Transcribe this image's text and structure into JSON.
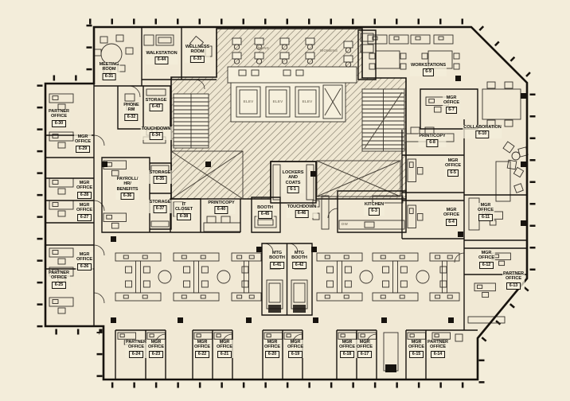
{
  "drawing": {
    "colors": {
      "background": "#f3edda",
      "floor": "#f1e9d5",
      "wall": "#17130e",
      "hatch_line": "#7d7666",
      "label_text": "#15120d",
      "faint_text": "#8d8674"
    }
  },
  "rooms": [
    {
      "id": "6-31",
      "lines": [
        "MEETING",
        "ROOM"
      ],
      "number": "6-31"
    },
    {
      "id": "6-44",
      "lines": [
        "WALKSTATION"
      ],
      "number": "6-44"
    },
    {
      "id": "6-33",
      "lines": [
        "WELLNESS",
        "ROOM"
      ],
      "number": "6-33"
    },
    {
      "id": "6-32",
      "lines": [
        "PHONE",
        "RM"
      ],
      "number": "6-32"
    },
    {
      "id": "6-43",
      "lines": [
        "STORAGE"
      ],
      "number": "6-43"
    },
    {
      "id": "6-34",
      "lines": [
        "TOUCHDOWN"
      ],
      "number": "6-34"
    },
    {
      "id": "6-30",
      "lines": [
        "PARTNER",
        "OFFICE"
      ],
      "number": "6-30"
    },
    {
      "id": "6-29",
      "lines": [
        "MGR",
        "OFFICE"
      ],
      "number": "6-29"
    },
    {
      "id": "6-28",
      "lines": [
        "MGR",
        "OFFICE"
      ],
      "number": "6-28"
    },
    {
      "id": "6-27",
      "lines": [
        "MGR",
        "OFFICE"
      ],
      "number": "6-27"
    },
    {
      "id": "6-26",
      "lines": [
        "MGR",
        "OFFICE"
      ],
      "number": "6-26"
    },
    {
      "id": "6-25",
      "lines": [
        "PARTNER",
        "OFFICE"
      ],
      "number": "6-25"
    },
    {
      "id": "6-36",
      "lines": [
        "PAYROLL/",
        "HR/",
        "BENEFITS"
      ],
      "number": "6-36"
    },
    {
      "id": "6-35",
      "lines": [
        "STORAGE"
      ],
      "number": "6-35"
    },
    {
      "id": "6-37",
      "lines": [
        "STORAGE"
      ],
      "number": "6-37"
    },
    {
      "id": "6-38",
      "lines": [
        "IT",
        "CLOSET"
      ],
      "number": "6-38"
    },
    {
      "id": "6-40",
      "lines": [
        "PRINT/COPY"
      ],
      "number": "6-40"
    },
    {
      "id": "6-45",
      "lines": [
        "BOOTH"
      ],
      "number": "6-45"
    },
    {
      "id": "6-1",
      "lines": [
        "LOCKERS",
        "AND",
        "COATS"
      ],
      "number": "6-1"
    },
    {
      "id": "6-46",
      "lines": [
        "TOUCHDOWN"
      ],
      "number": "6-46"
    },
    {
      "id": "6-3",
      "lines": [
        "KITCHEN"
      ],
      "number": "6-3"
    },
    {
      "id": "6-41",
      "lines": [
        "MTG",
        "BOOTH"
      ],
      "number": "6-41"
    },
    {
      "id": "6-42",
      "lines": [
        "MTG",
        "BOOTH"
      ],
      "number": "6-42"
    },
    {
      "id": "6-9",
      "lines": [
        "WORKSTATIONS"
      ],
      "number": "6-9"
    },
    {
      "id": "6-7",
      "lines": [
        "MGR",
        "OFFICE"
      ],
      "number": "6-7"
    },
    {
      "id": "6-10",
      "lines": [
        "COLLABORATION"
      ],
      "number": "6-10"
    },
    {
      "id": "6-8",
      "lines": [
        "PRINT/COPY"
      ],
      "number": "6-8"
    },
    {
      "id": "6-5",
      "lines": [
        "MGR",
        "OFFICE"
      ],
      "number": "6-5"
    },
    {
      "id": "6-4",
      "lines": [
        "MGR",
        "OFFICE"
      ],
      "number": "6-4"
    },
    {
      "id": "6-11",
      "lines": [
        "MGR",
        "OFFICE"
      ],
      "number": "6-11"
    },
    {
      "id": "6-12",
      "lines": [
        "MGR",
        "OFFICE"
      ],
      "number": "6-12"
    },
    {
      "id": "6-13",
      "lines": [
        "PARTNER",
        "OFFICE"
      ],
      "number": "6-13"
    },
    {
      "id": "6-24",
      "lines": [
        "PARTNER",
        "OFFICE"
      ],
      "number": "6-24"
    },
    {
      "id": "6-23",
      "lines": [
        "MGR",
        "OFFICE"
      ],
      "number": "6-23"
    },
    {
      "id": "6-22",
      "lines": [
        "MGR",
        "OFFICE"
      ],
      "number": "6-22"
    },
    {
      "id": "6-21",
      "lines": [
        "MGR",
        "OFFICE"
      ],
      "number": "6-21"
    },
    {
      "id": "6-20",
      "lines": [
        "MGR",
        "OFFICE"
      ],
      "number": "6-20"
    },
    {
      "id": "6-19",
      "lines": [
        "MGR",
        "OFFICE"
      ],
      "number": "6-19"
    },
    {
      "id": "6-18",
      "lines": [
        "MGR",
        "OFFICE"
      ],
      "number": "6-18"
    },
    {
      "id": "6-17",
      "lines": [
        "MGR",
        "OFFICE"
      ],
      "number": "6-17"
    },
    {
      "id": "6-15",
      "lines": [
        "MGR",
        "OFFICE"
      ],
      "number": "6-15"
    },
    {
      "id": "6-14",
      "lines": [
        "PARTNER",
        "OFFICE"
      ],
      "number": "6-14"
    }
  ],
  "core_labels": [
    {
      "id": "mens",
      "text": "MENS"
    },
    {
      "id": "womens",
      "text": "WOMENS"
    },
    {
      "id": "elev1",
      "text": "ELEV"
    },
    {
      "id": "elev2",
      "text": "ELEV"
    },
    {
      "id": "elev3",
      "text": "ELEV"
    },
    {
      "id": "dw",
      "text": "DW"
    }
  ]
}
